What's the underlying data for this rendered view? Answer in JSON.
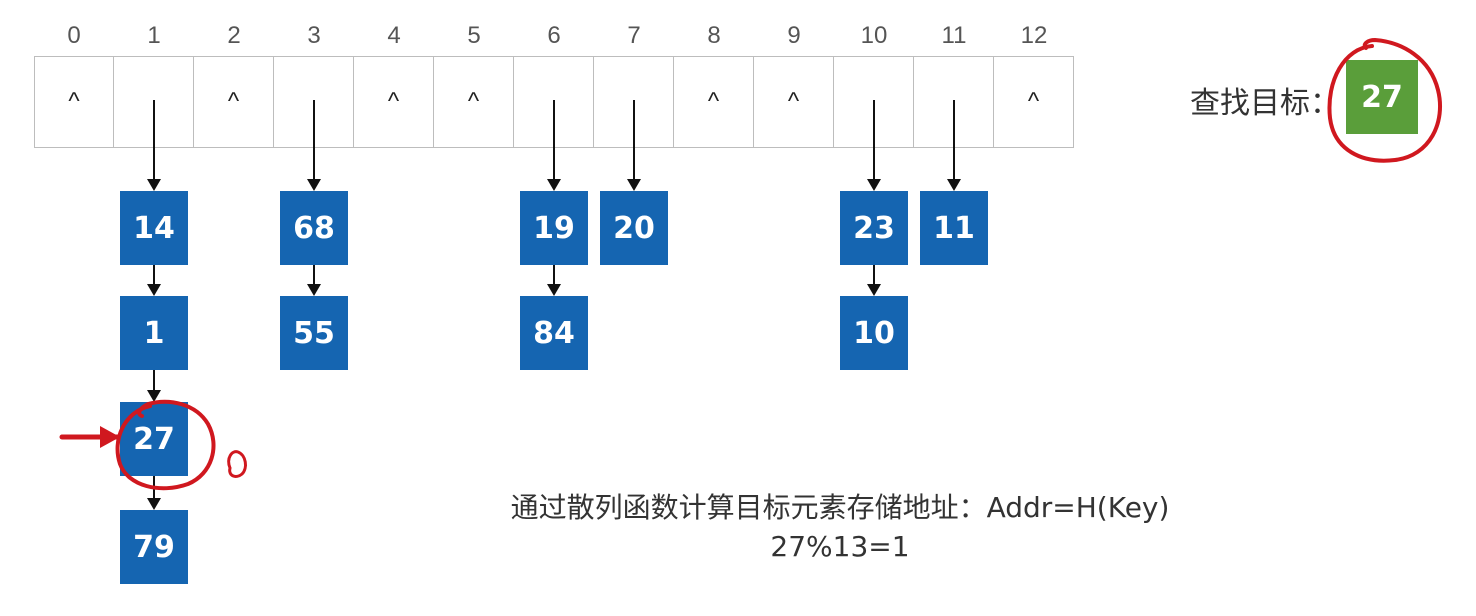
{
  "indices": [
    "0",
    "1",
    "2",
    "3",
    "4",
    "5",
    "6",
    "7",
    "8",
    "9",
    "10",
    "11",
    "12"
  ],
  "slots": [
    "^",
    "",
    "^",
    "",
    "^",
    "^",
    "",
    "",
    "^",
    "^",
    "",
    "",
    "^"
  ],
  "chains": [
    {
      "slot": 1,
      "values": [
        "14",
        "1",
        "27",
        "79"
      ]
    },
    {
      "slot": 3,
      "values": [
        "68",
        "55"
      ]
    },
    {
      "slot": 6,
      "values": [
        "19",
        "84"
      ]
    },
    {
      "slot": 7,
      "values": [
        "20"
      ]
    },
    {
      "slot": 10,
      "values": [
        "23",
        "10"
      ]
    },
    {
      "slot": 11,
      "values": [
        "11"
      ]
    }
  ],
  "target": {
    "label": "查找目标：",
    "value": "27"
  },
  "caption": {
    "line1": "通过散列函数计算目标元素存储地址：Addr=H(Key)",
    "line2": "27%13=1"
  },
  "colors": {
    "node": "#1565b1",
    "target": "#5a9e3a",
    "annotation": "#d0181f",
    "arrow": "#111111"
  }
}
